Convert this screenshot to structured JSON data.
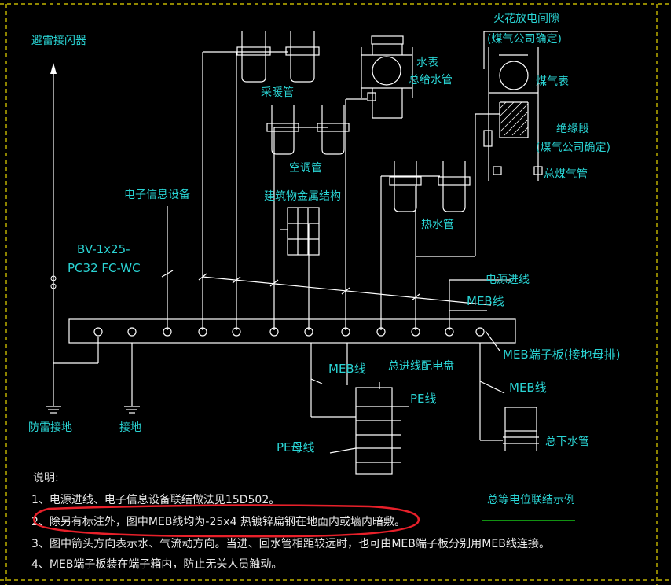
{
  "labels": {
    "lightning_arrester": "避雷接闪器",
    "heating_pipe": "采暖管",
    "water_meter_1": "水表",
    "water_meter_2": "总给水管",
    "spark_gap": "火花放电间隙",
    "gas_company_1": "(煤气公司确定)",
    "gas_meter": "煤气表",
    "insulation_section": "绝缘段",
    "gas_company_2": "(煤气公司确定)",
    "main_gas_pipe": "总煤气管",
    "ac_pipe": "空调管",
    "electronic_equipment": "电子信息设备",
    "building_metal": "建筑物金属结构",
    "hot_water_pipe": "热水管",
    "cable_1": "BV-1x25-",
    "cable_2": "PC32  FC-WC",
    "power_incoming": "电源进线",
    "meb_line_1": "MEB线",
    "meb_terminal": "MEB端子板(接地母排)",
    "meb_line_2": "MEB线",
    "meb_line_3": "MEB线",
    "main_panel": "总进线配电盘",
    "pe_line": "PE线",
    "pe_bus": "PE母线",
    "main_down_pipe": "总下水管",
    "lightning_ground": "防雷接地",
    "grounding": "接地",
    "legend_title": "总等电位联结示例"
  },
  "notes": {
    "heading": "说明:",
    "n1": "1、电源进线、电子信息设备联结做法见15D502。",
    "n2": "2、除另有标注外，图中MEB线均为-25x4 热镀锌扁钢在地面内或墙内暗敷。",
    "n3": "3、图中箭头方向表示水、气流动方向。当进、回水管相距较远时，也可由MEB端子板分别用MEB线连接。",
    "n4": "4、MEB端子板装在端子箱内，防止无关人员触动。"
  },
  "colors": {
    "background": "#000000",
    "line": "#ffffff",
    "label": "#2ad4d4",
    "frame": "#e8d800",
    "highlight": "#e8202a",
    "legend_underline": "#19c219"
  }
}
